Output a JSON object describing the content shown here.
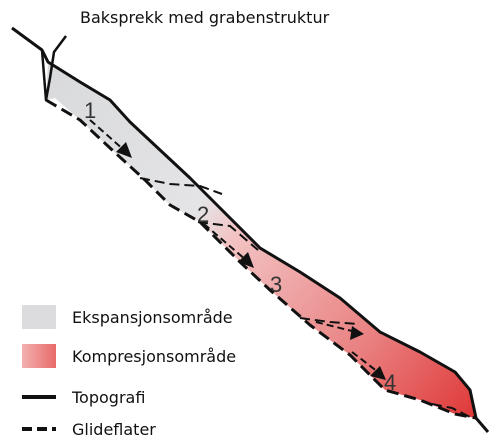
{
  "title": "Baksprekk med grabenstruktur",
  "zones": [
    {
      "number": "1"
    },
    {
      "number": "2"
    },
    {
      "number": "3"
    },
    {
      "number": "4"
    }
  ],
  "legend": {
    "expansion": "Ekspansjonsområde",
    "compression": "Kompresjonsområde",
    "topography": "Topografi",
    "slip_surfaces": "Glideflater"
  },
  "colors": {
    "expansion_fill": "#dadbdc",
    "compression_fill_light": "#f3b8b8",
    "compression_fill_dark": "#e23b3b",
    "line": "#111111"
  }
}
